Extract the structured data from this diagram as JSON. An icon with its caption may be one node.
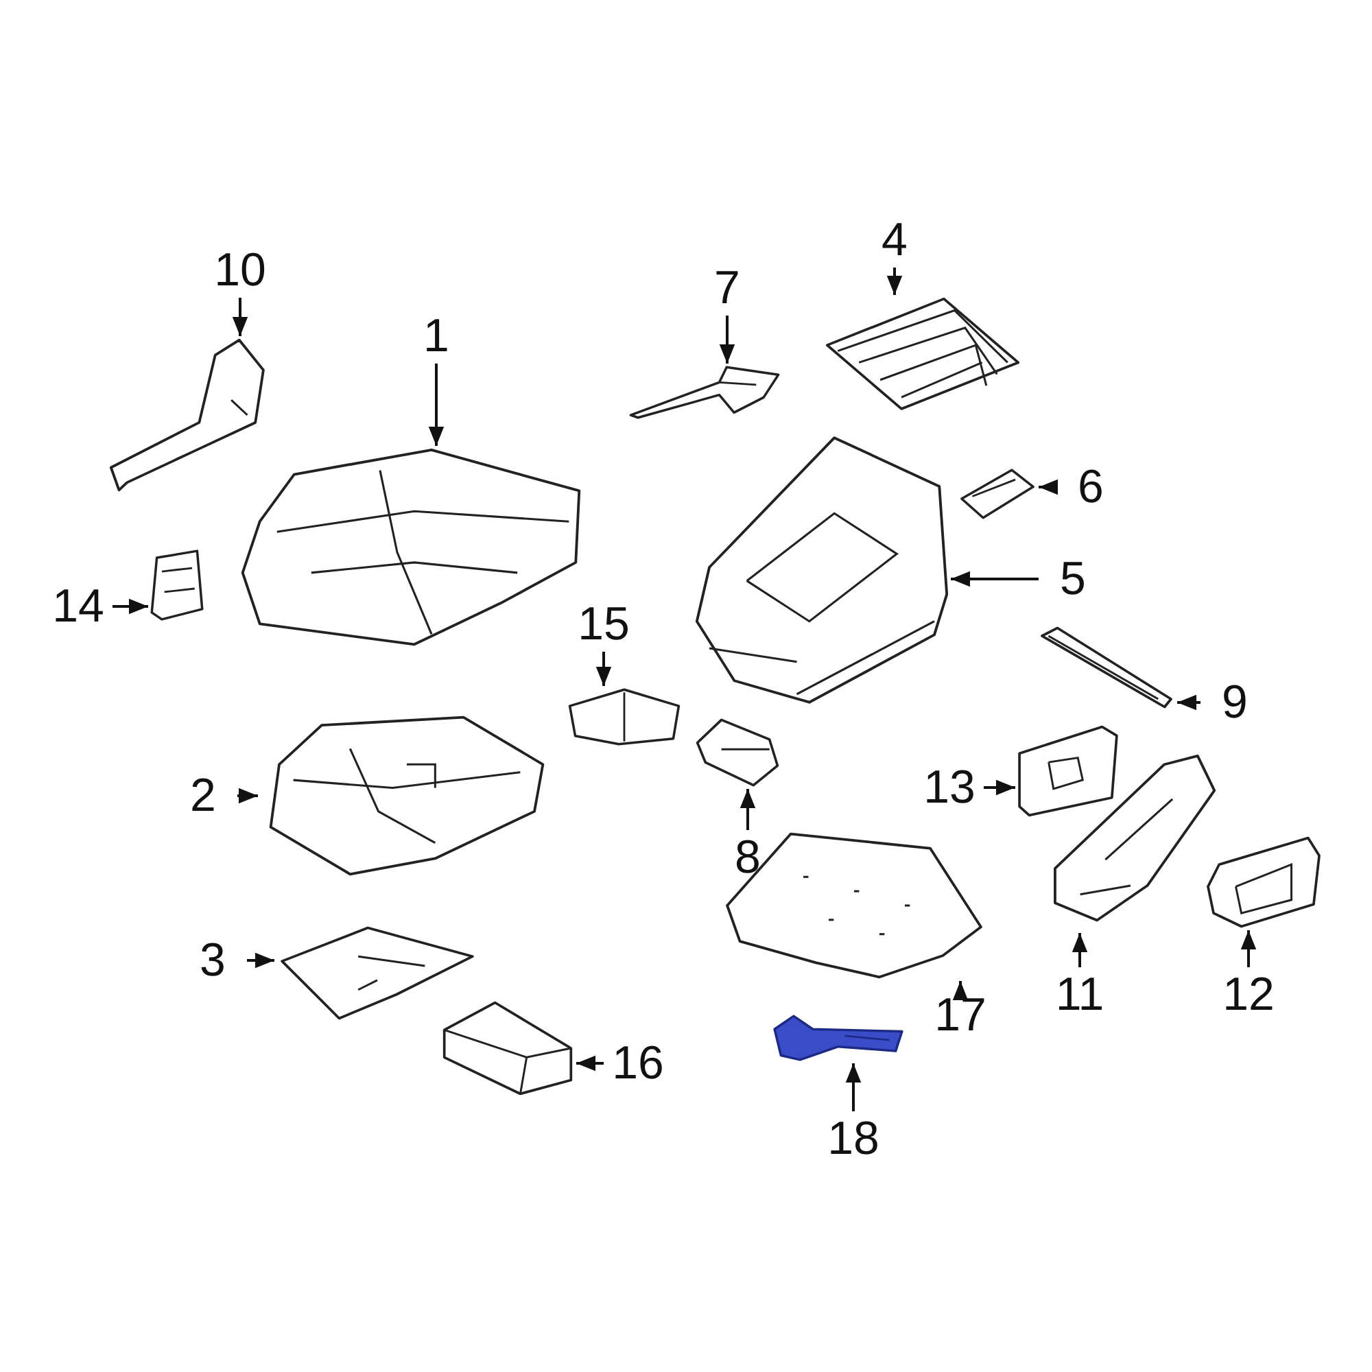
{
  "diagram": {
    "nodes": [
      {
        "text": [
          "1"
        ]
      },
      {
        "text": [],
        "shape": "picture"
      },
      {
        "text": [
          "2"
        ]
      },
      {
        "text": [],
        "shape": "picture"
      },
      {
        "text": [
          "3"
        ]
      },
      {
        "text": [],
        "shape": "picture"
      },
      {
        "text": [
          "4"
        ]
      },
      {
        "text": [],
        "shape": "picture"
      },
      {
        "text": [
          "5"
        ]
      },
      {
        "text": [],
        "shape": "picture"
      },
      {
        "text": [
          "6"
        ]
      },
      {
        "text": [],
        "shape": "picture"
      },
      {
        "text": [
          "7"
        ]
      },
      {
        "text": [],
        "shape": "picture"
      },
      {
        "text": [
          "8"
        ]
      },
      {
        "text": [],
        "shape": "picture"
      },
      {
        "text": [
          "9"
        ]
      },
      {
        "text": [],
        "shape": "picture"
      },
      {
        "text": [
          "10"
        ]
      },
      {
        "text": [],
        "shape": "picture"
      },
      {
        "text": [
          "11"
        ]
      },
      {
        "text": [],
        "shape": "picture"
      },
      {
        "text": [
          "12"
        ]
      },
      {
        "text": [],
        "shape": "picture"
      },
      {
        "text": [
          "13"
        ]
      },
      {
        "text": [],
        "shape": "picture"
      },
      {
        "text": [
          "14"
        ]
      },
      {
        "text": [],
        "shape": "picture"
      },
      {
        "text": [
          "15"
        ]
      },
      {
        "text": [],
        "shape": "picture"
      },
      {
        "text": [
          "16"
        ]
      },
      {
        "text": [],
        "shape": "picture"
      },
      {
        "text": [
          "17"
        ]
      },
      {
        "text": [],
        "shape": "picture"
      },
      {
        "text": [
          "18"
        ]
      },
      {
        "text": [],
        "shape": "picture"
      }
    ],
    "edges": [
      {
        "from": 0,
        "to": 1,
        "arrow": "to"
      },
      {
        "from": 2,
        "to": 3,
        "arrow": "to"
      },
      {
        "from": 4,
        "to": 5,
        "arrow": "to"
      },
      {
        "from": 6,
        "to": 7,
        "arrow": "to"
      },
      {
        "from": 8,
        "to": 9,
        "arrow": "to"
      },
      {
        "from": 10,
        "to": 11,
        "arrow": "to"
      },
      {
        "from": 12,
        "to": 13,
        "arrow": "to"
      },
      {
        "from": 14,
        "to": 15,
        "arrow": "to"
      },
      {
        "from": 16,
        "to": 17,
        "arrow": "to"
      },
      {
        "from": 18,
        "to": 19,
        "arrow": "to"
      },
      {
        "from": 20,
        "to": 21,
        "arrow": "to"
      },
      {
        "from": 22,
        "to": 23,
        "arrow": "to"
      },
      {
        "from": 24,
        "to": 25,
        "arrow": "to"
      },
      {
        "from": 26,
        "to": 27,
        "arrow": "to"
      },
      {
        "from": 28,
        "to": 29,
        "arrow": "to"
      },
      {
        "from": 30,
        "to": 31,
        "arrow": "to"
      },
      {
        "from": 32,
        "to": 33,
        "arrow": "to"
      },
      {
        "from": 34,
        "to": 35,
        "arrow": "to"
      }
    ]
  }
}
